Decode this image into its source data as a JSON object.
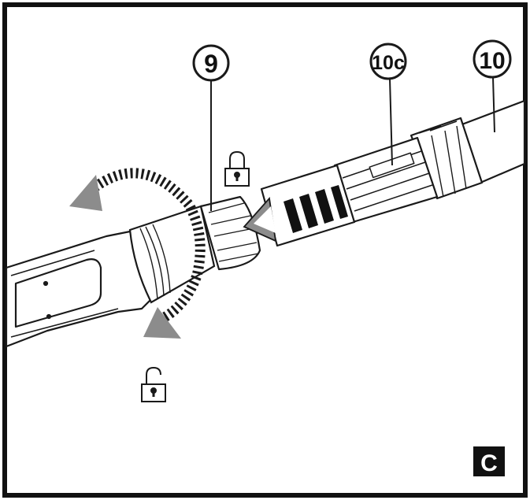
{
  "figure": {
    "callouts": [
      {
        "id": "9",
        "label": "9"
      },
      {
        "id": "10c",
        "label": "10c"
      },
      {
        "id": "10",
        "label": "10"
      }
    ],
    "panel_label": "C",
    "icons": [
      "lock-closed-icon",
      "lock-open-icon",
      "rotate-arrow-icon",
      "insert-arrow-icon"
    ],
    "colors": {
      "frame": "#111111",
      "arrow": "#8c8c8c",
      "line": "#1a1a1a",
      "panel_bg": "#111111"
    }
  }
}
